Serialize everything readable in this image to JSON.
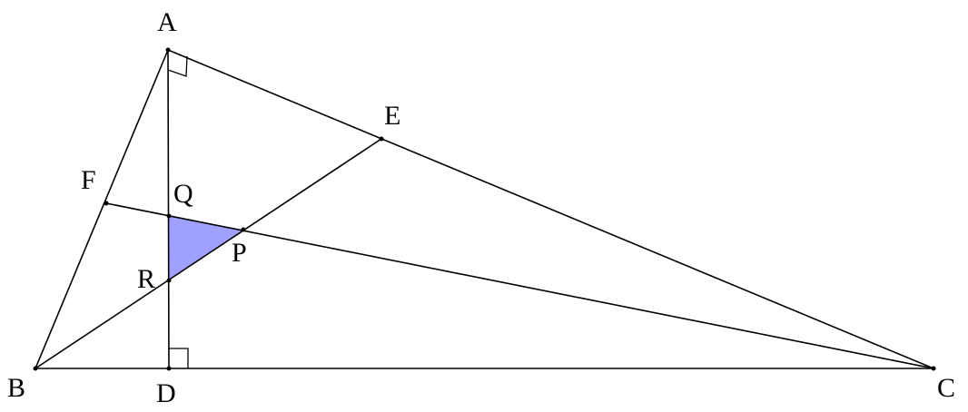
{
  "diagram": {
    "labels": {
      "A": "A",
      "B": "B",
      "C": "C",
      "D": "D",
      "E": "E",
      "F": "F",
      "P": "P",
      "Q": "Q",
      "R": "R"
    },
    "colors": {
      "line": "#000000",
      "triangle_fill": "#a0a0ff",
      "background": "#ffffff"
    },
    "right_angles": [
      "A",
      "D"
    ],
    "shaded_region": "PQR"
  }
}
